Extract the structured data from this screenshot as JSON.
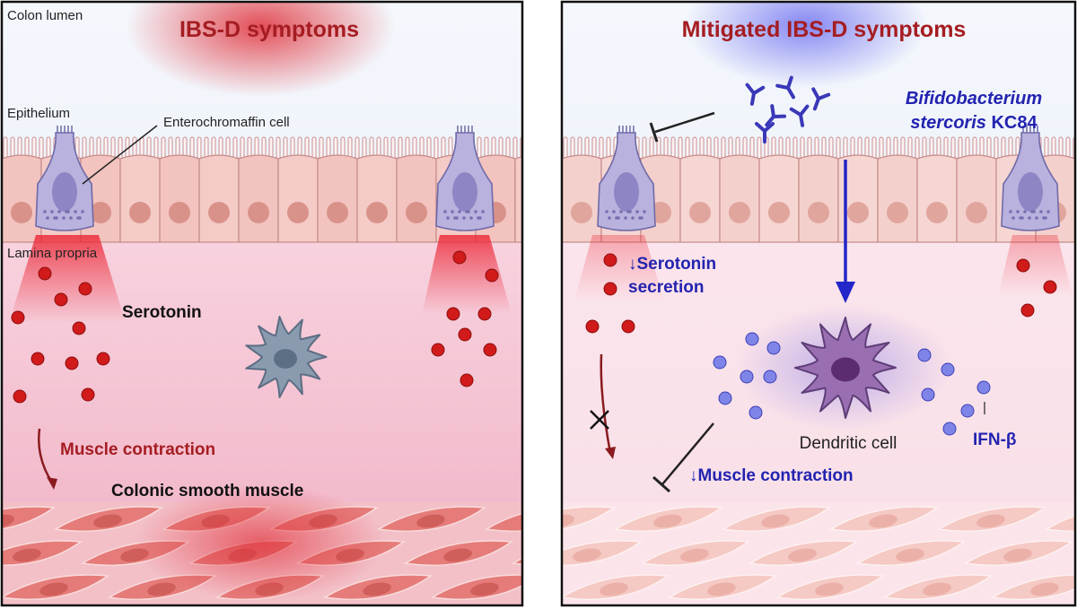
{
  "left_panel": {
    "title": "IBS-D symptoms",
    "colon_lumen": "Colon lumen",
    "epithelium": "Epithelium",
    "enterochromaffin_cell": "Enterochromaffin cell",
    "lamina_propria": "Lamina propria",
    "serotonin": "Serotonin",
    "muscle_contraction": "Muscle contraction",
    "colonic_smooth_muscle": "Colonic smooth muscle"
  },
  "right_panel": {
    "title": "Mitigated IBS-D symptoms",
    "bacterium_line1": "Bifidobacterium",
    "bacterium_line2": "stercoris",
    "bacterium_strain": "KC84",
    "serotonin_line1": "↓Serotonin",
    "serotonin_line2": "secretion",
    "dendritic_cell": "Dendritic cell",
    "ifn": "IFN-β",
    "muscle_contraction": "↓Muscle contraction"
  },
  "colors": {
    "symptom_red": "#a51d22",
    "mitigation_blue": "#2323b0",
    "serotonin_dot": "#d11a1a",
    "ifn_dot": "#7f84e8",
    "dendritic_purple": "#8d63a5",
    "immune_gray": "#7f93a8"
  },
  "icons": [
    "inhibition-arrow-icon",
    "blocked-arrow-icon",
    "down-arrow-icon",
    "bacteria-icon"
  ]
}
